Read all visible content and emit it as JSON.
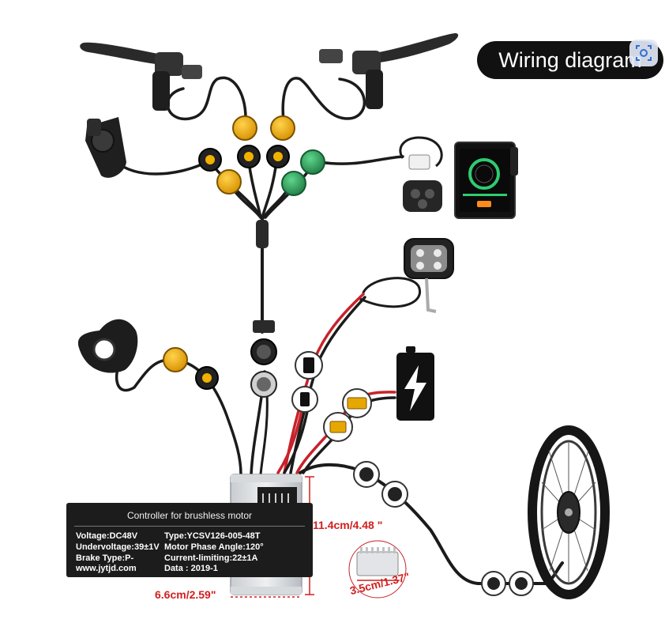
{
  "header": {
    "title": "Wiring diagram"
  },
  "controller_label": {
    "heading": "Controller for brushless motor",
    "voltage": "Voltage:DC48V",
    "type": "Type:YCSV126-005-48T",
    "undervoltage": "Undervoltage:39±1V",
    "phase_angle": "Motor Phase Angle:120°",
    "brake_type": "Brake Type:P-",
    "current_limiting": "Current-limiting:22±1A",
    "website": "www.jytjd.com",
    "date": "Data : 2019-1"
  },
  "dimensions": {
    "height": "11.4cm/4.48 \"",
    "width": "6.6cm/2.59\"",
    "depth": "3.5cm/1.37\""
  },
  "colors": {
    "accent_red": "#d11f1f",
    "cable_black": "#1b1b1b",
    "connector_yellow": "#f2b100",
    "connector_green": "#2e9e5a",
    "display_accent": "#2ecc71",
    "label_background": "#1c1c1c"
  },
  "icons": {
    "lens": "search-image-icon",
    "battery": "battery-lightning-icon"
  }
}
